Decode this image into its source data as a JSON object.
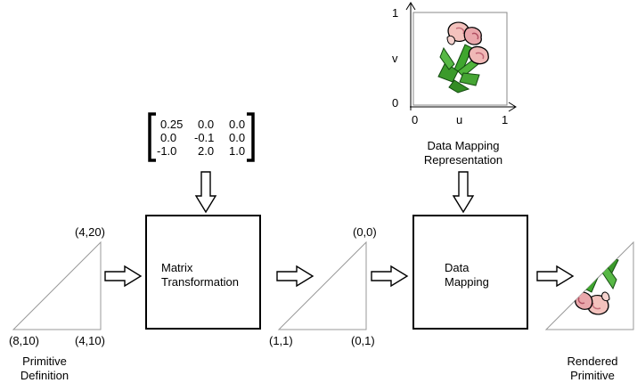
{
  "matrix": {
    "rows": [
      [
        "0.25",
        "0.0",
        "0.0"
      ],
      [
        "0.0",
        "-0.1",
        "0.0"
      ],
      [
        "-1.0",
        "2.0",
        "1.0"
      ]
    ]
  },
  "texture_plot": {
    "y_top": "1",
    "y_bottom": "0",
    "y_label": "v",
    "x_left": "0",
    "x_label": "u",
    "x_right": "1"
  },
  "data_mapping_representation": {
    "line1": "Data Mapping",
    "line2": "Representation"
  },
  "primitive_definition": {
    "top_right": "(4,20)",
    "bottom_left": "(8,10)",
    "bottom_right": "(4,10)",
    "line1": "Primitive",
    "line2": "Definition"
  },
  "matrix_box": {
    "line1": "Matrix",
    "line2": "Transformation"
  },
  "transformed": {
    "top_right": "(0,0)",
    "bottom_left": "(1,1)",
    "bottom_right": "(0,1)"
  },
  "mapping_box": {
    "line1": "Data",
    "line2": "Mapping"
  },
  "rendered": {
    "line1": "Rendered",
    "line2": "Primitive"
  }
}
